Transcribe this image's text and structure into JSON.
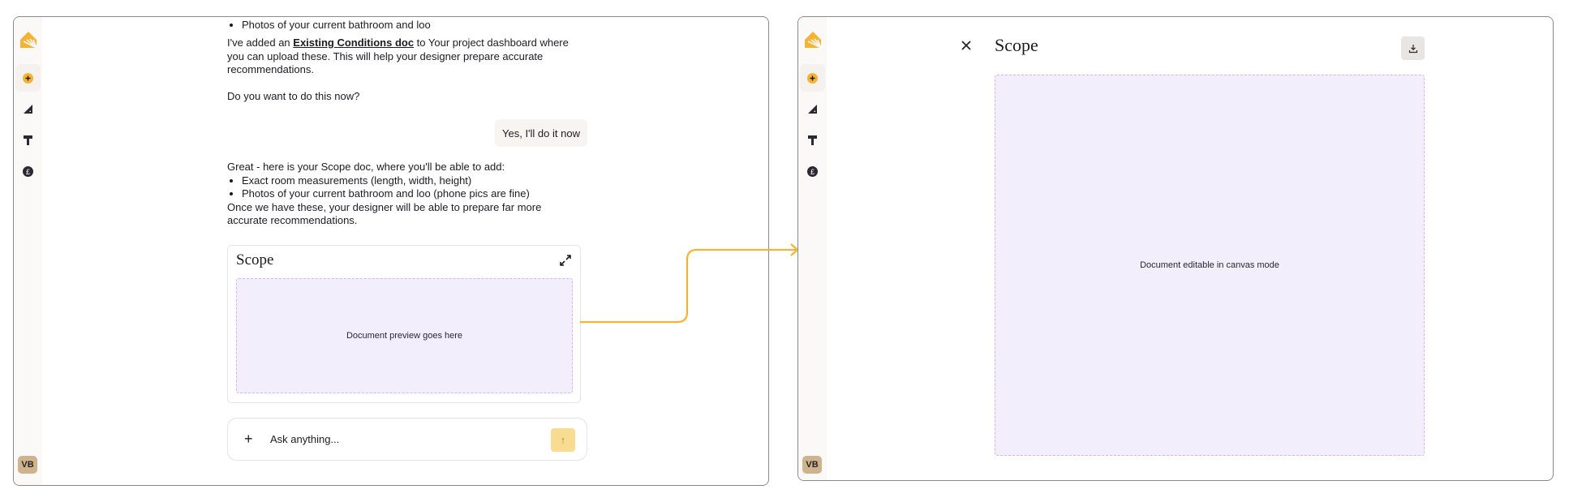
{
  "left_panel": {
    "sidebar": {
      "avatar_initials": "VB",
      "icons": [
        "logo-icon",
        "add-circle-icon",
        "set-square-icon",
        "hammer-icon",
        "pound-coin-icon"
      ]
    },
    "chat": {
      "clipped_line": "Photos of your current bathroom and loo",
      "message1_pre": "I've added an ",
      "message1_link": "Existing Conditions doc",
      "message1_post": " to Your project dashboard where you can upload these. This will help your designer prepare accurate recommendations.",
      "message2": "Do you want to do this now?",
      "user_reply": "Yes, I'll do it now",
      "message3_intro": "Great - here is your Scope doc, where you'll be able to add:",
      "message3_bullets": [
        "Exact room measurements (length, width, height)",
        "Photos of your current bathroom and loo (phone pics are fine)"
      ],
      "message3_outro": "Once we have these, your designer will be able to prepare far more accurate recommendations."
    },
    "doc_card": {
      "title": "Scope",
      "preview_text": "Document preview goes here"
    },
    "composer": {
      "placeholder": "Ask anything..."
    }
  },
  "right_panel": {
    "sidebar": {
      "avatar_initials": "VB"
    },
    "title": "Scope",
    "canvas_text": "Document editable in canvas mode"
  },
  "colors": {
    "accent": "#f5b335",
    "preview_bg": "#f3eefc",
    "preview_border": "#d4b4f0",
    "send_button": "#f8dc91",
    "avatar": "#cdb48e"
  }
}
